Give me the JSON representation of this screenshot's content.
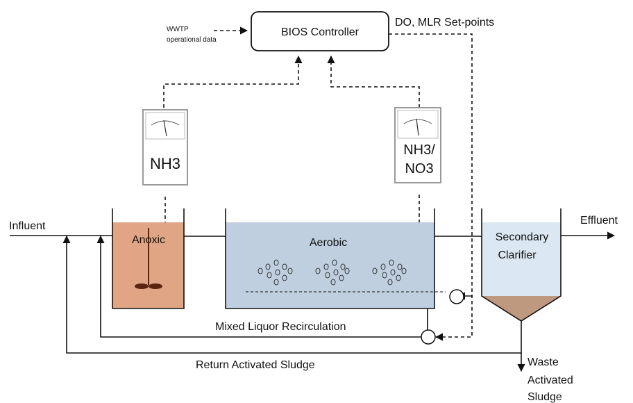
{
  "controller": {
    "label": "BIOS Controller"
  },
  "inputs": {
    "wwtp_line1": "WWTP",
    "wwtp_line2": "operational data",
    "setpoints": "DO, MLR Set-points"
  },
  "meters": {
    "anoxic_label": "NH3",
    "aerobic_label_line1": "NH3/",
    "aerobic_label_line2": "NO3"
  },
  "tanks": {
    "anoxic": "Anoxic",
    "aerobic": "Aerobic",
    "clarifier_line1": "Secondary",
    "clarifier_line2": "Clarifier"
  },
  "flows": {
    "influent": "Influent",
    "effluent": "Effluent",
    "mlr": "Mixed Liquor Recirculation",
    "ras": "Return Activated Sludge",
    "was_line1": "Waste",
    "was_line2": "Activated",
    "was_line3": "Sludge"
  },
  "colors": {
    "anoxic_fill": "#dfa585",
    "aerobic_fill": "#bfcfdf",
    "clarifier_fill": "#dbe7f3",
    "sludge_fill": "#bf9880",
    "mixer": "#5c2410"
  }
}
